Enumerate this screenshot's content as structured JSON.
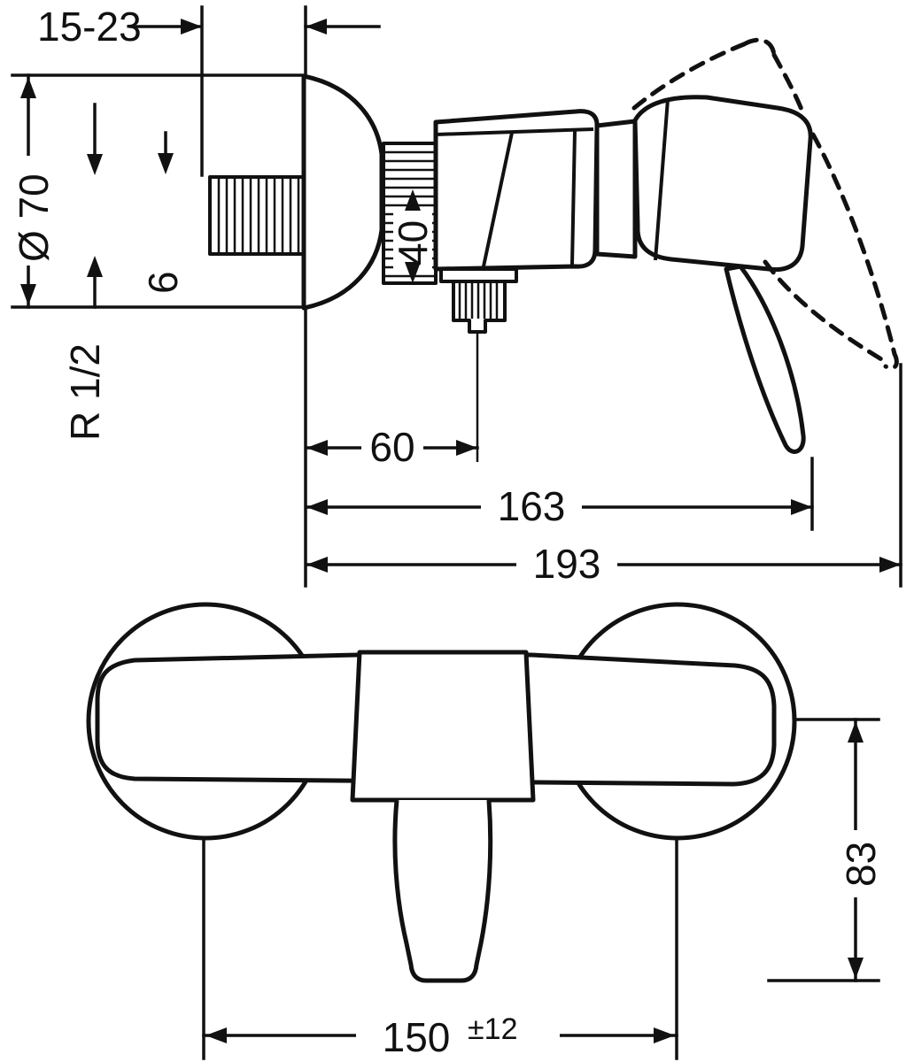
{
  "colors": {
    "line": "#111111",
    "background": "#ffffff"
  },
  "side_view": {
    "wall_range": "15-23",
    "escutcheon_diameter": "Ø 70",
    "dim_six": "6",
    "thread_size": "R 1/2",
    "dim_forty": "40",
    "dim_sixty": "60",
    "dim_163": "163",
    "dim_193": "193"
  },
  "front_view": {
    "dim_83": "83",
    "dim_150": "150",
    "dim_150_tolerance": "±12"
  }
}
